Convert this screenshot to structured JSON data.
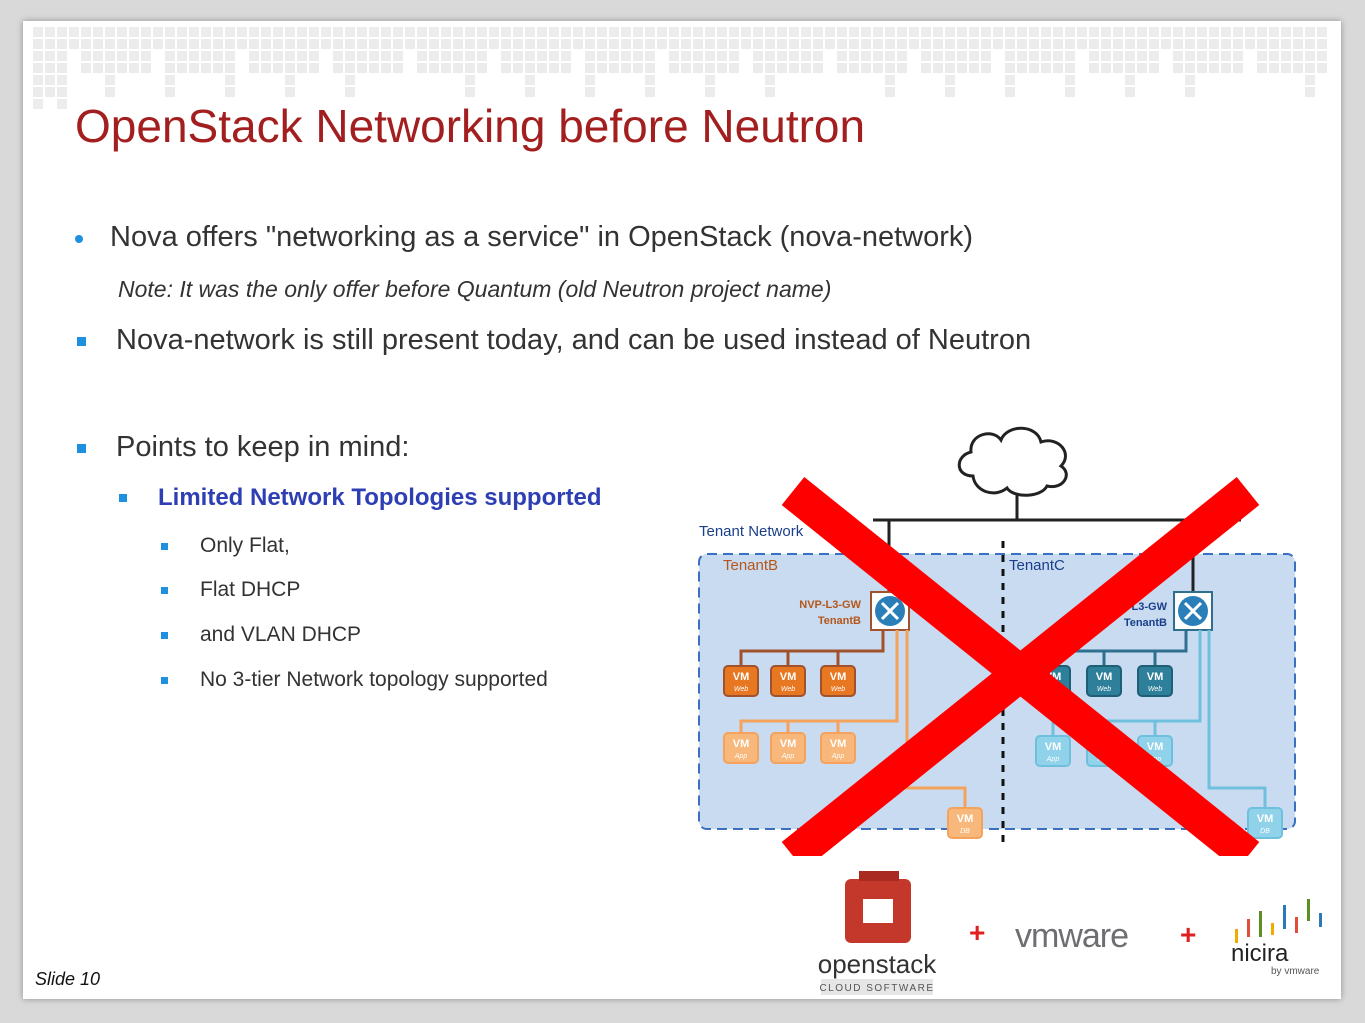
{
  "slide": {
    "title": "OpenStack Networking before Neutron",
    "bullets": {
      "b1": "Nova offers \"networking as a service\" in OpenStack (nova-network)",
      "note": "Note: It was the only offer before Quantum (old Neutron project name)",
      "b2": "Nova-network is still present today,  and can be used instead of Neutron",
      "b3": "Points to keep in mind:",
      "b3_sub": "Limited Network Topologies supported",
      "b3_items": [
        "Only Flat,",
        "Flat DHCP",
        "and VLAN DHCP",
        "No 3-tier Network topology supported"
      ]
    },
    "slide_number": "Slide 10"
  },
  "diagram": {
    "tenant_network_label": "Tenant Network",
    "tenant_b": "TenantB",
    "tenant_c": "TenantC",
    "gateway_label": "NVP-L3-GW",
    "gateway_tenant": "TenantB",
    "vm": "VM",
    "web": "Web",
    "app": "App",
    "db": "DB",
    "cross_color": "#ff0000"
  },
  "logos": {
    "openstack": "openstack",
    "openstack_sub": "CLOUD SOFTWARE",
    "vmware": "vmware",
    "nicira": "nicira",
    "nicira_sub": "by vmware",
    "plus": "+"
  },
  "colors": {
    "title": "#a31f1f",
    "bullet": "#1f90e0",
    "sub_heading": "#2d3fb3",
    "tenant_b": "#e87722",
    "tenant_c": "#2e8fa8"
  }
}
